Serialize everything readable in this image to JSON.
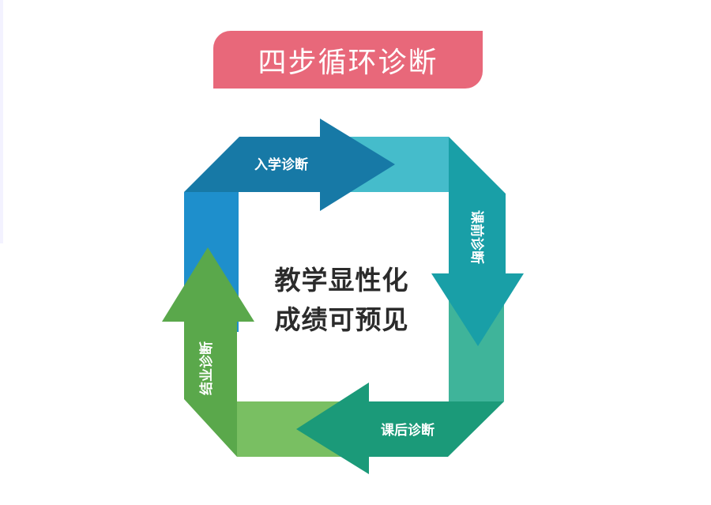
{
  "title": "四步循环诊断",
  "center": {
    "line1": "教学显性化",
    "line2": "成绩可预见"
  },
  "steps": [
    {
      "label": "入学诊断",
      "direction": "right",
      "position": "top",
      "color": "#1779a6"
    },
    {
      "label": "课前诊断",
      "direction": "down",
      "position": "right",
      "color": "#199fa7"
    },
    {
      "label": "课后诊断",
      "direction": "left",
      "position": "bottom",
      "color": "#1b9a79"
    },
    {
      "label": "结业诊断",
      "direction": "up",
      "position": "left",
      "color": "#5aa84b"
    }
  ],
  "colors": {
    "title_bg": "#e8687a",
    "top_band_light": "#45bccb",
    "left_band": "#1e8fcc",
    "right_band_light": "#3fb49a",
    "bottom_band_light": "#79bf62"
  }
}
